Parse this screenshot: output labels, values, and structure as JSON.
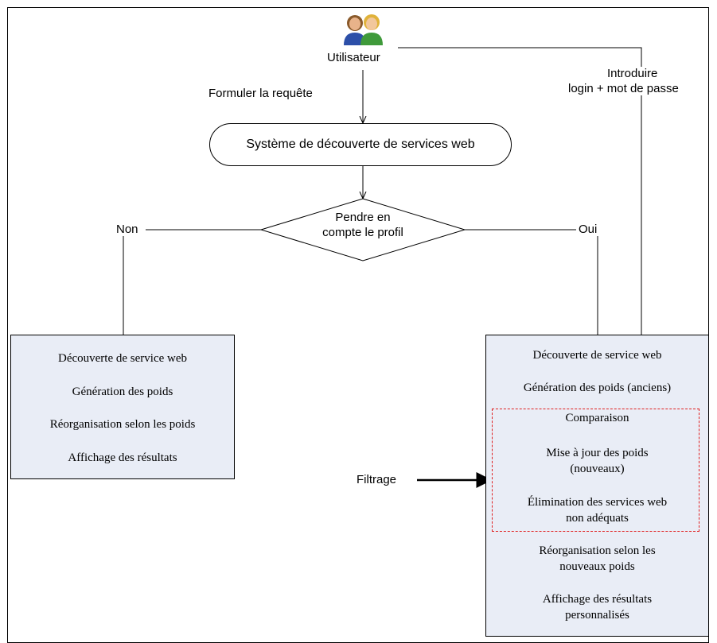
{
  "diagram": {
    "actor": {
      "label": "Utilisateur",
      "icon": "users-icon"
    },
    "edge_formulate": "Formuler la requête",
    "edge_login_line1": "Introduire",
    "edge_login_line2": "login + mot de passe",
    "system_node": "Système de découverte de services web",
    "decision_line1": "Pendre en",
    "decision_line2": "compte le profil",
    "branch_no": "Non",
    "branch_yes": "Oui",
    "filter_label": "Filtrage",
    "left_box": [
      "Découverte de service web",
      "Génération des poids",
      "Réorganisation selon les poids",
      "Affichage des résultats"
    ],
    "right_box": {
      "top": [
        "Découverte de service web",
        "Génération des poids (anciens)"
      ],
      "filter_group": [
        "Comparaison",
        "Mise à jour des poids",
        "(nouveaux)",
        "Élimination des services web",
        "non adéquats"
      ],
      "bottom": [
        "Réorganisation selon les",
        "nouveaux poids",
        "Affichage des résultats",
        "personnalisés"
      ]
    },
    "colors": {
      "box_fill": "#e9edf6",
      "filter_border": "#e02020",
      "stroke": "#000000"
    }
  }
}
